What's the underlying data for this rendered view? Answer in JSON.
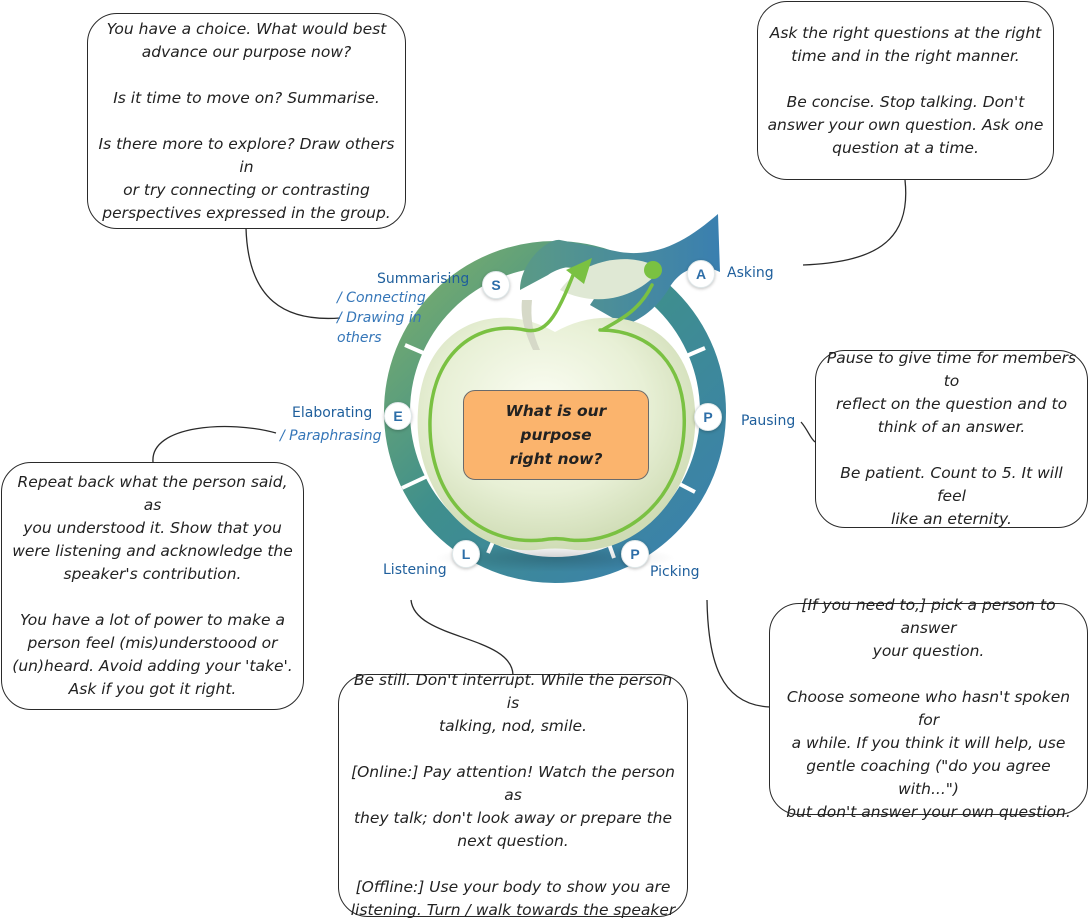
{
  "center": {
    "question": "What is our purpose\nright now?"
  },
  "steps": {
    "summarising": {
      "letter": "S",
      "label": "Summarising",
      "sub": "/ Connecting\n/ Drawing in\nothers"
    },
    "asking": {
      "letter": "A",
      "label": "Asking"
    },
    "pausing": {
      "letter": "P",
      "label": "Pausing"
    },
    "picking": {
      "letter": "P",
      "label": "Picking"
    },
    "listening": {
      "letter": "L",
      "label": "Listening"
    },
    "elaborating": {
      "letter": "E",
      "label": "Elaborating",
      "sub": "/ Paraphrasing"
    }
  },
  "notes": {
    "summarising": [
      "You have a choice. What would best\nadvance our purpose now?",
      "Is it time to move on? Summarise.",
      "Is there more to explore? Draw others in\nor try connecting or contrasting\nperspectives expressed in the group."
    ],
    "asking": [
      "Ask the right questions at the right\ntime and in the right manner.",
      "Be concise. Stop talking. Don't\nanswer your own question. Ask one\nquestion at a time."
    ],
    "pausing": [
      "Pause to give time for members to\nreflect on the question and to\nthink of an answer.",
      "Be patient. Count to 5. It will feel\nlike an eternity."
    ],
    "picking": [
      "[If you need to,] pick a person to answer\nyour question.",
      "Choose someone who hasn't spoken for\na while. If you think it will help, use\ngentle coaching (\"do you agree with...\")\nbut don't answer your own question."
    ],
    "listening": [
      "Be still. Don't interrupt. While the person is\ntalking, nod, smile.",
      "[Online:] Pay attention! Watch the person as\nthey talk; don't look away or prepare the\nnext question.",
      "[Offline:] Use your body to show you are\nlistening. Turn / walk towards the speaker"
    ],
    "elaborating": [
      "Repeat back what the person said, as\nyou understood it. Show that you\nwere listening and acknowledge the\nspeaker's contribution.",
      "You have a lot of power to make a\nperson feel (mis)understoood or\n(un)heard. Avoid adding your 'take'.\nAsk if you got it right."
    ]
  },
  "colors": {
    "ring_teal": "#3f8f8c",
    "ring_blue": "#3a7fb0",
    "ring_green": "#7fb069",
    "apple_green": "#7ac142",
    "label_blue": "#1f5f9c",
    "purpose_fill": "#fbb46d"
  }
}
